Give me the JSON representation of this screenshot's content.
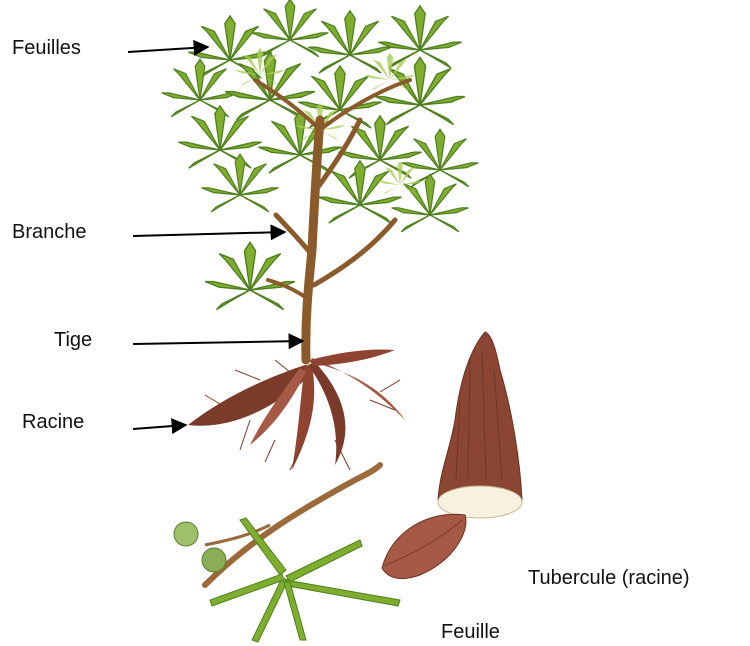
{
  "labels": {
    "feuilles": "Feuilles",
    "branche": "Branche",
    "tige": "Tige",
    "racine": "Racine",
    "tubercule": "Tubercule (racine)",
    "feuille": "Feuille"
  },
  "colors": {
    "leaf": "#7fae2e",
    "leaf_light": "#a9cc55",
    "leaf_dark": "#4f7f1f",
    "stem": "#8a5a2b",
    "root": "#7a3b2a",
    "root_light": "#a65a45",
    "flesh": "#f7f2df",
    "arrow": "#000000"
  }
}
